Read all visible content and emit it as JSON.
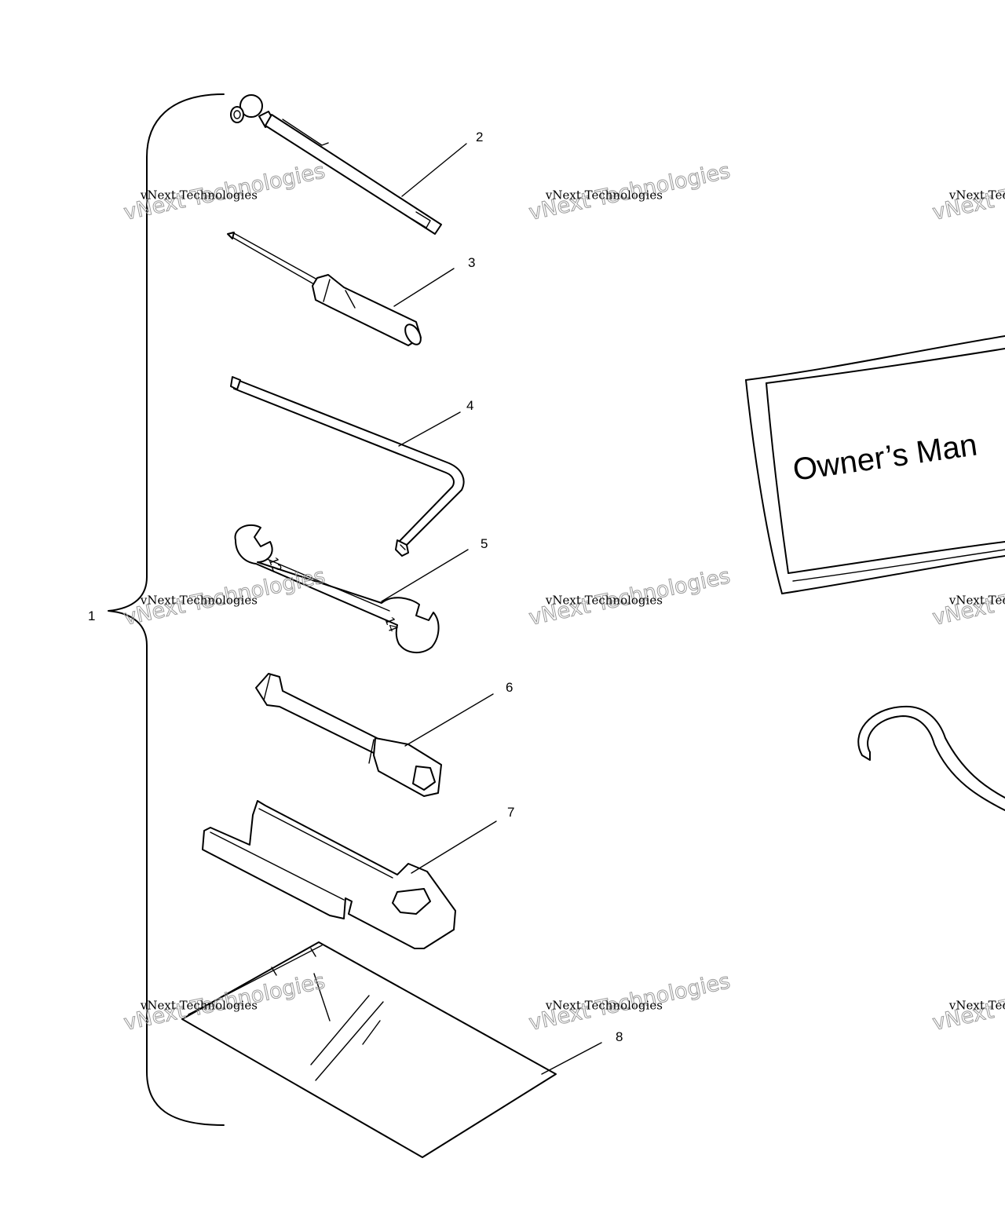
{
  "callouts": {
    "c1": "1",
    "c2": "2",
    "c3": "3",
    "c4": "4",
    "c5": "5",
    "c6": "6",
    "c7": "7",
    "c8": "8"
  },
  "manual": {
    "title": "Owner’s Man"
  },
  "wrench_marks": {
    "small": "12",
    "large": "14"
  },
  "watermark": {
    "line1": "vNext Technologies",
    "line2": "vNext Technologies"
  }
}
